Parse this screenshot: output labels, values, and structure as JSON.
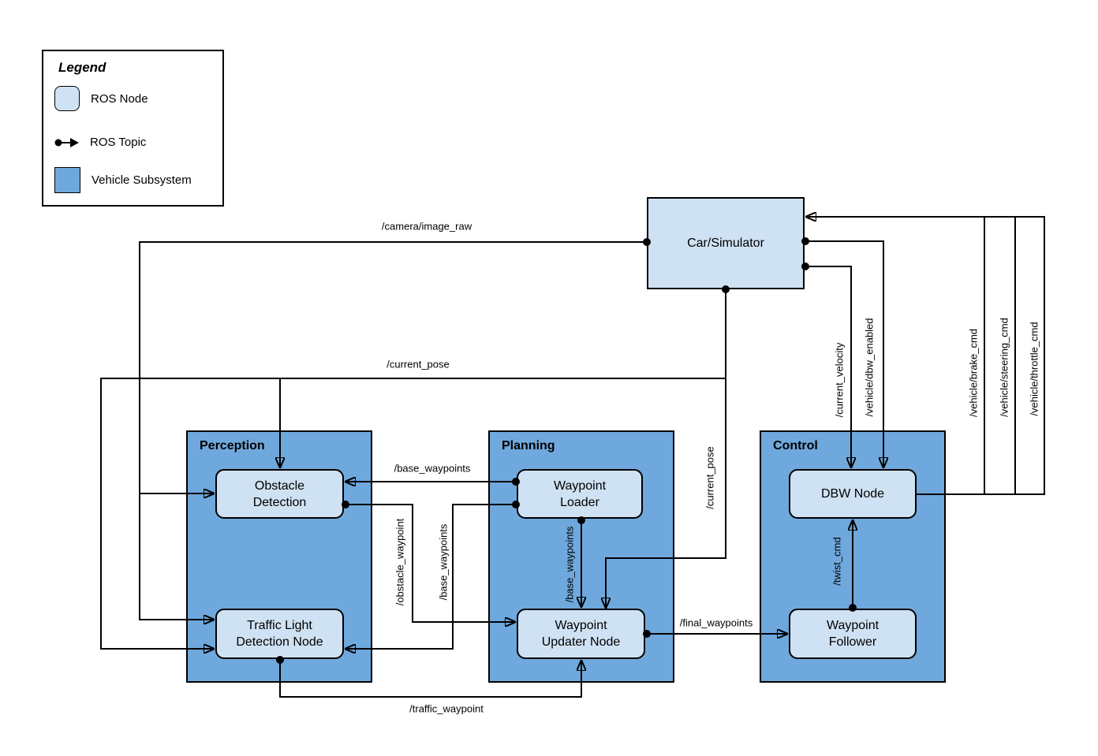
{
  "colors": {
    "node_fill": "#cfe2f3",
    "subsystem_fill": "#6fa8dc",
    "wire": "#000000",
    "background": "#ffffff"
  },
  "legend": {
    "title": "Legend",
    "items": [
      {
        "id": "ros-node",
        "label": "ROS Node"
      },
      {
        "id": "ros-topic",
        "label": "ROS Topic"
      },
      {
        "id": "vehicle-subsystem",
        "label": "Vehicle Subsystem"
      }
    ]
  },
  "subsystems": {
    "perception": {
      "label": "Perception"
    },
    "planning": {
      "label": "Planning"
    },
    "control": {
      "label": "Control"
    }
  },
  "nodes": {
    "car_simulator": {
      "label": "Car/Simulator"
    },
    "obstacle_detection": {
      "label": "Obstacle\nDetection"
    },
    "traffic_light_detection": {
      "label": "Traffic Light\nDetection Node"
    },
    "waypoint_loader": {
      "label": "Waypoint\nLoader"
    },
    "waypoint_updater": {
      "label": "Waypoint\nUpdater Node"
    },
    "dbw_node": {
      "label": "DBW Node"
    },
    "waypoint_follower": {
      "label": "Waypoint\nFollower"
    }
  },
  "topics": {
    "camera_image_raw": "/camera/image_raw",
    "current_pose": "/current_pose",
    "current_pose_vertical": "/current_pose",
    "base_waypoints_top": "/base_waypoints",
    "base_waypoints_left": "/base_waypoints",
    "base_waypoints_inner": "/base_waypoints",
    "obstacle_waypoint": "/obstacle_waypoint",
    "traffic_waypoint": "/traffic_waypoint",
    "final_waypoints": "/final_waypoints",
    "twist_cmd": "/twist_cmd",
    "current_velocity": "/current_velocity",
    "dbw_enabled": "/vehicle/dbw_enabled",
    "brake_cmd": "/vehicle/brake_cmd",
    "steering_cmd": "/vehicle/steering_cmd",
    "throttle_cmd": "/vehicle/throttle_cmd"
  }
}
